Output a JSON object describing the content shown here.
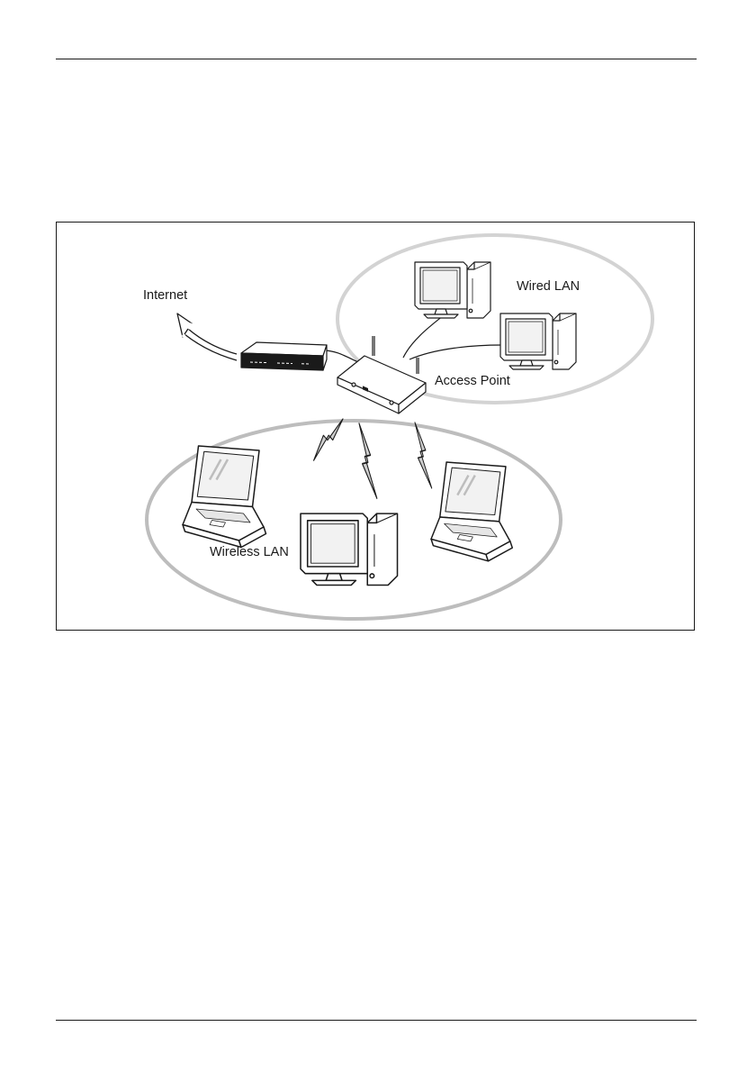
{
  "diagram": {
    "labels": {
      "internet": "Internet",
      "wired_lan": "Wired LAN",
      "access_point": "Access Point",
      "wireless_lan": "Wireless LAN"
    },
    "colors": {
      "ellipse_stroke": "#bdbdbd",
      "ellipse_stroke_inner": "#d3d3d3",
      "device_fill": "#ffffff",
      "line": "#1a1a1a",
      "bolt_fill": "#cfcfcf"
    }
  }
}
